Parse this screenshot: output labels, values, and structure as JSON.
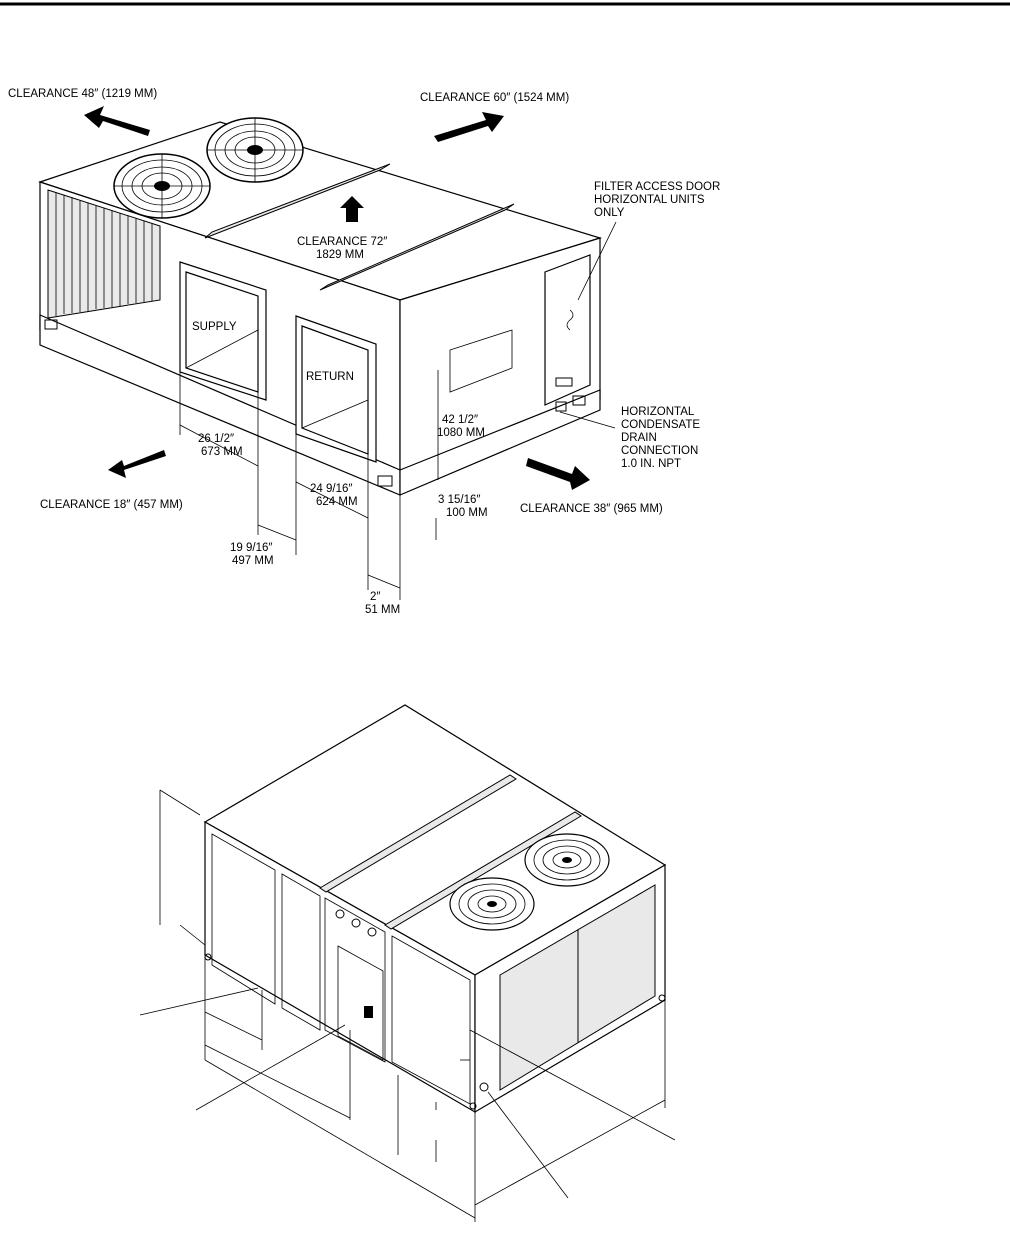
{
  "top_diagram": {
    "clearances": {
      "back_left": "CLEARANCE 48″ (1219 MM)",
      "back_right": "CLEARANCE 60″ (1524 MM)",
      "top_line1": "CLEARANCE 72″",
      "top_line2": "1829 MM",
      "front_left": "CLEARANCE 18″ (457 MM)",
      "front_right": "CLEARANCE 38″ (965 MM)"
    },
    "openings": {
      "supply": "SUPPLY",
      "return": "RETURN"
    },
    "filter_door": [
      "FILTER ACCESS DOOR",
      "HORIZONTAL UNITS",
      "ONLY"
    ],
    "drain": [
      "HORIZONTAL",
      "CONDENSATE",
      "DRAIN",
      "CONNECTION",
      "1.0 IN. NPT"
    ],
    "dimensions": {
      "d1": [
        "26 1/2″",
        "673 MM"
      ],
      "d2": [
        "24 9/16″",
        "624 MM"
      ],
      "d3": [
        "19 9/16″",
        "497 MM"
      ],
      "d4": [
        "2″",
        "51 MM"
      ],
      "d5": [
        "42 1/2″",
        "1080 MM"
      ],
      "d6": [
        "3 15/16″",
        "100 MM"
      ]
    }
  }
}
